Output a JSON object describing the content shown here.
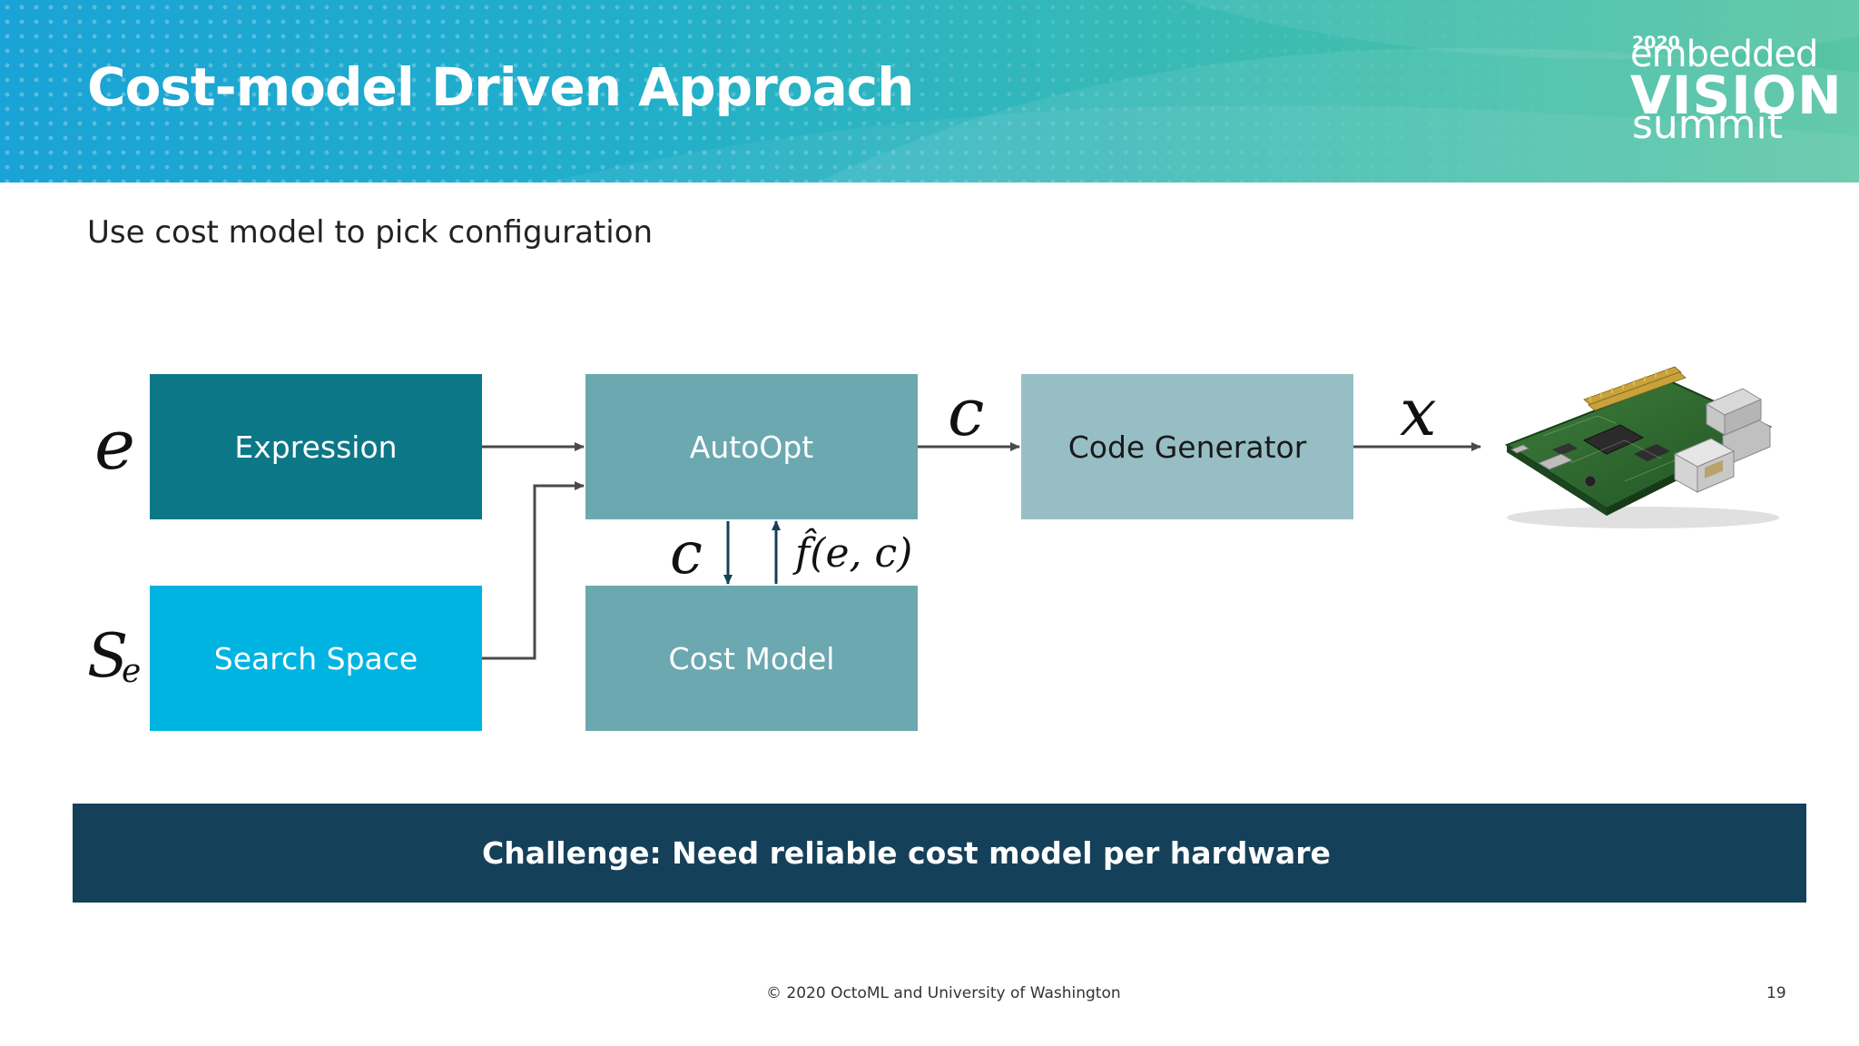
{
  "slide": {
    "title": "Cost-model Driven Approach",
    "subtitle": "Use cost model to pick configuration",
    "page_number": "19"
  },
  "logo": {
    "year": "2020",
    "line1": "embedded",
    "line2": "VISION",
    "line3": "summit"
  },
  "diagram": {
    "boxes": {
      "expression": "Expression",
      "search_space": "Search Space",
      "autoopt": "AutoOpt",
      "cost_model": "Cost Model",
      "code_generator": "Code Generator"
    },
    "symbols": {
      "expression_var": "e",
      "search_space_var": "S",
      "search_space_sub": "e",
      "config_var_top": "c",
      "config_var_down": "c",
      "output_var": "x",
      "cost_fn": "f̂(e, c)"
    }
  },
  "banner": {
    "text": "Challenge: Need reliable cost model per hardware"
  },
  "footer": {
    "copyright": "© 2020 OctoML and University of Washington"
  },
  "colors": {
    "expression_box": "#0c7787",
    "search_space_box": "#00b4e1",
    "autoopt_box": "#6ba8b0",
    "cost_model_box": "#6ba8b0",
    "code_generator_box": "#97bec5",
    "banner": "#15405a"
  },
  "icons": {
    "hardware": "raspberry-pi-board-icon"
  }
}
